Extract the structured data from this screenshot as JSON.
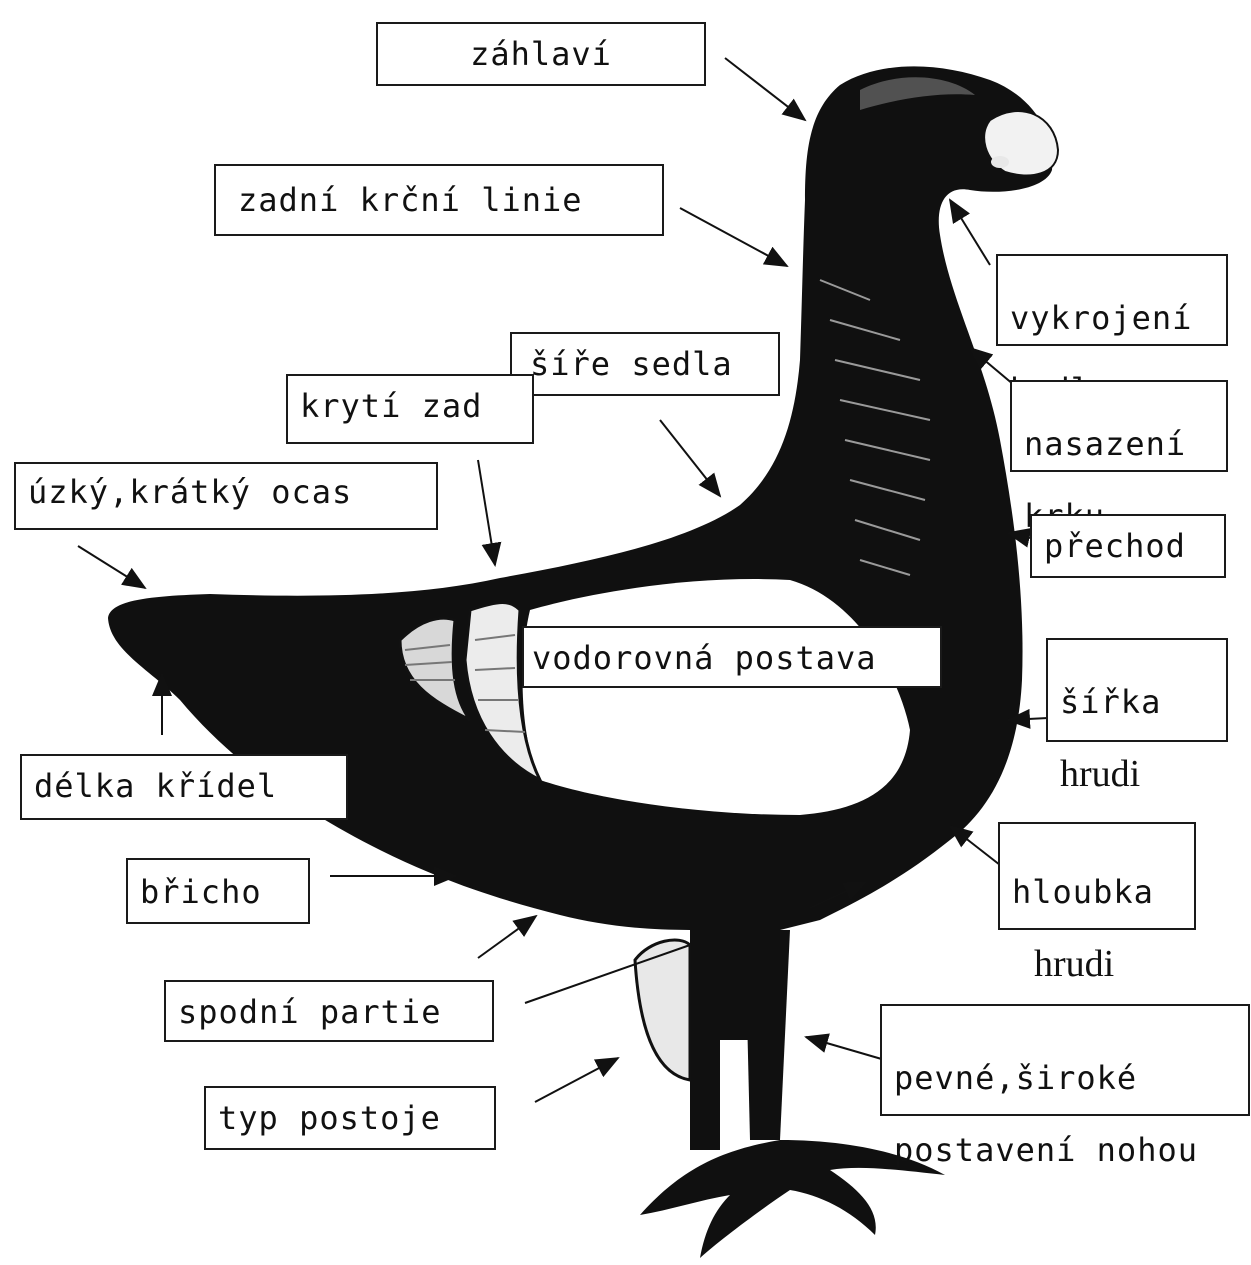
{
  "labels": {
    "zahlavi": "záhlaví",
    "zadni_krcni_linie": "zadní krční linie",
    "vykrojeni_hrdla_1": "vykrojení",
    "vykrojeni_hrdla_2": "hrdla",
    "sire_sedla": "šíře sedla",
    "kryti_zad": "krytí zad",
    "nasazeni_krku_1": "nasazení",
    "nasazeni_krku_2": "krku",
    "uzky_kratky_ocas": "úzký,krátký ocas",
    "prechod": "přechod",
    "vodorovna_postava": "vodorovná postava",
    "sirka_hrudi_1": "šířka",
    "sirka_hrudi_2": "hrudi",
    "delka_kridel": "délka křídel",
    "hloubka_hrudi_1": "hloubka",
    "hloubka_hrudi_2": "hrudi",
    "bricho": "břicho",
    "spodni_partie": "spodní partie",
    "pevne_siroke_1": "pevné,široké",
    "pevne_siroke_2": "postavení nohou",
    "typ_postoje": "typ postoje"
  },
  "colors": {
    "ink": "#111111",
    "paper": "#ffffff"
  }
}
